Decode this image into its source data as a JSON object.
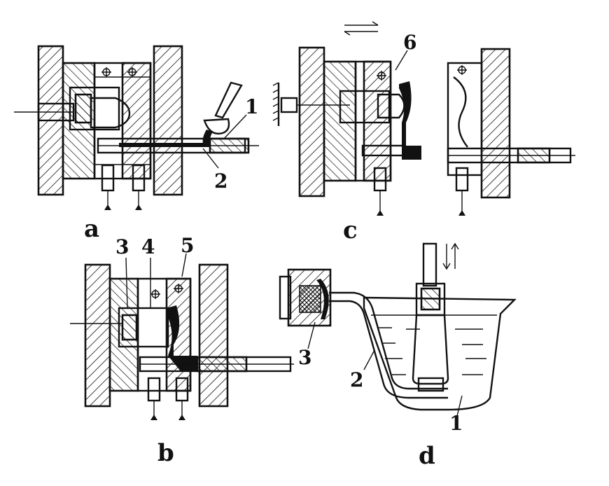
{
  "figure": {
    "panels": [
      {
        "id": "a",
        "label": "a",
        "callouts": [
          "1",
          "2"
        ]
      },
      {
        "id": "b",
        "label": "b",
        "callouts": [
          "3",
          "4",
          "5"
        ]
      },
      {
        "id": "c",
        "label": "c",
        "callouts": [
          "6"
        ]
      },
      {
        "id": "d",
        "label": "d",
        "callouts": [
          "3",
          "2",
          "1"
        ]
      }
    ],
    "icons": {
      "double_arrow_horizontal": "double-arrow-horizontal-icon",
      "double_arrow_vertical": "double-arrow-vertical-icon"
    },
    "colors": {
      "ink": "#111111",
      "paper": "#ffffff"
    }
  }
}
